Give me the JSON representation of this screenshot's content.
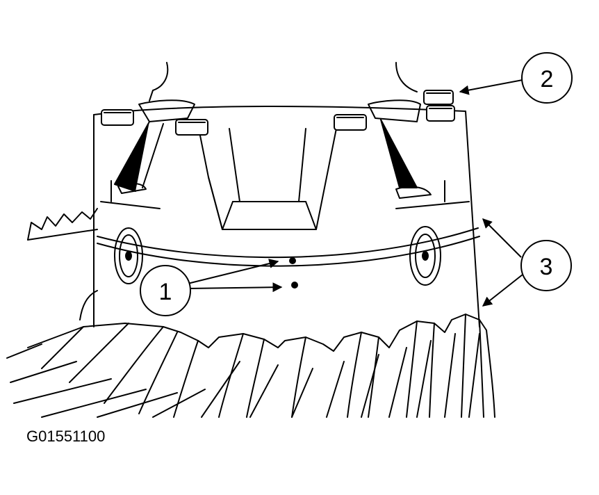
{
  "figure": {
    "id_label": "G01551100",
    "callouts": [
      {
        "number": "1"
      },
      {
        "number": "2"
      },
      {
        "number": "3"
      }
    ]
  }
}
